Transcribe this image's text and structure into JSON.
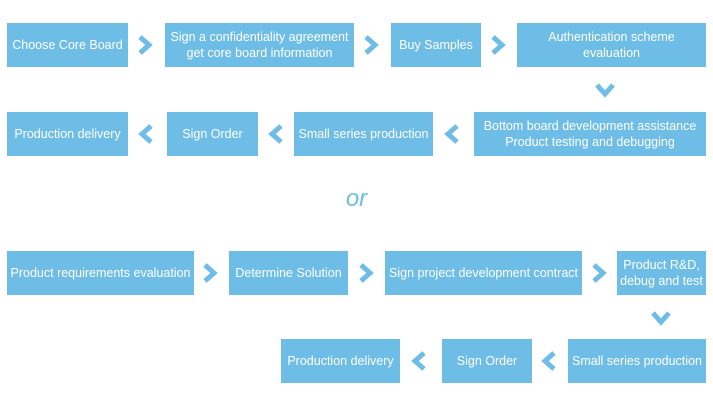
{
  "colors": {
    "box_fill": "#6ebde6",
    "box_text": "#ffffff",
    "arrow": "#6ebde6",
    "or_text": "#6ebde6"
  },
  "flow1": {
    "row1": [
      "Choose Core Board",
      "Sign a confidentiality agreement\nget core board information",
      "Buy Samples",
      "Authentication scheme evaluation"
    ],
    "row2": [
      "Production delivery",
      "Sign Order",
      "Small series production",
      "Bottom board development assistance\nProduct testing and debugging"
    ]
  },
  "separator": "or",
  "flow2": {
    "row1": [
      "Product requirements evaluation",
      "Determine Solution",
      "Sign project development contract",
      "Product R&D,\ndebug and test"
    ],
    "row2": [
      "Production delivery",
      "Sign Order",
      "Small series production"
    ]
  },
  "icons": {
    "right": "chevron-right-icon",
    "left": "chevron-left-icon",
    "down": "chevron-down-icon"
  }
}
